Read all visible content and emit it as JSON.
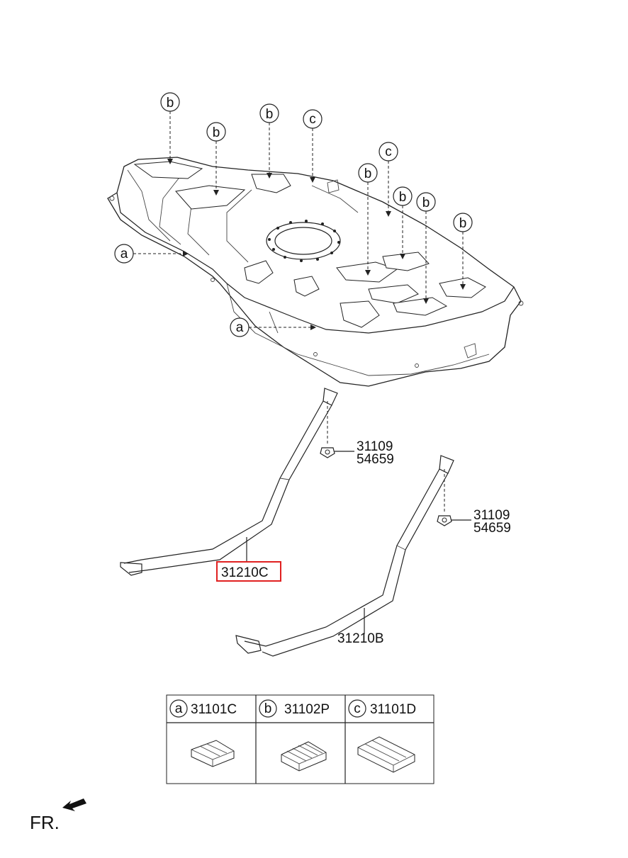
{
  "callouts": {
    "b": "b",
    "c": "c",
    "a": "a"
  },
  "parts": {
    "strap_left": "31210C",
    "strap_right": "31210B",
    "bolt_left_1": "31109",
    "bolt_left_2": "54659",
    "bolt_right_1": "31109",
    "bolt_right_2": "54659"
  },
  "legend": {
    "col_a_letter": "a",
    "col_a_code": "31101C",
    "col_b_letter": "b",
    "col_b_code": "31102P",
    "col_c_letter": "c",
    "col_c_code": "31101D"
  },
  "direction": {
    "label": "FR."
  },
  "highlight_color": "#e02020"
}
